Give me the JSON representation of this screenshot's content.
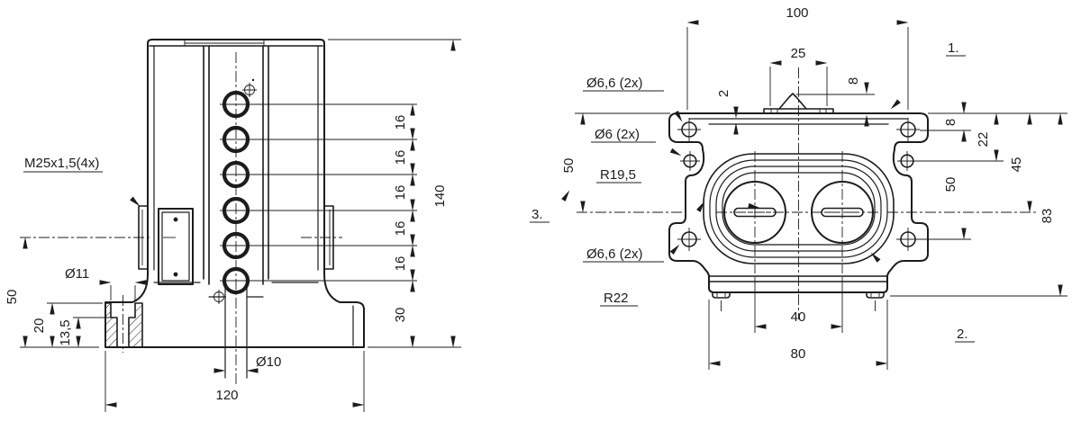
{
  "front_view": {
    "labels": {
      "thread": "M25x1,5(4x)",
      "bore_dia": "Ø11",
      "center_hole_dia": "Ø10"
    },
    "dims": {
      "axis_height": "50",
      "base_thickness": "20",
      "counterbore": "13,5",
      "base_width": "120",
      "total_height": "140",
      "hole_pitch": "16",
      "bottom_gap": "30"
    }
  },
  "top_view": {
    "labels": {
      "corner_holes": "Ø6,6 (2x)",
      "small_holes": "Ø6 (2x)",
      "pocket_radius": "R19,5",
      "corner_holes_2": "Ø6,6 (2x)",
      "outer_radius": "R22"
    },
    "dims": {
      "body_width": "100",
      "tab_width": "25",
      "tab_offset": "8",
      "lid_step": "2",
      "left_height": "50",
      "hole_edge": "8",
      "small_hole_offset": "22",
      "axis_offset": "45",
      "hole_pitch": "50",
      "total_height": "83",
      "center_pitch": "40",
      "bottom_width": "80"
    },
    "callouts": {
      "one": "1.",
      "two": "2.",
      "three": "3."
    }
  }
}
